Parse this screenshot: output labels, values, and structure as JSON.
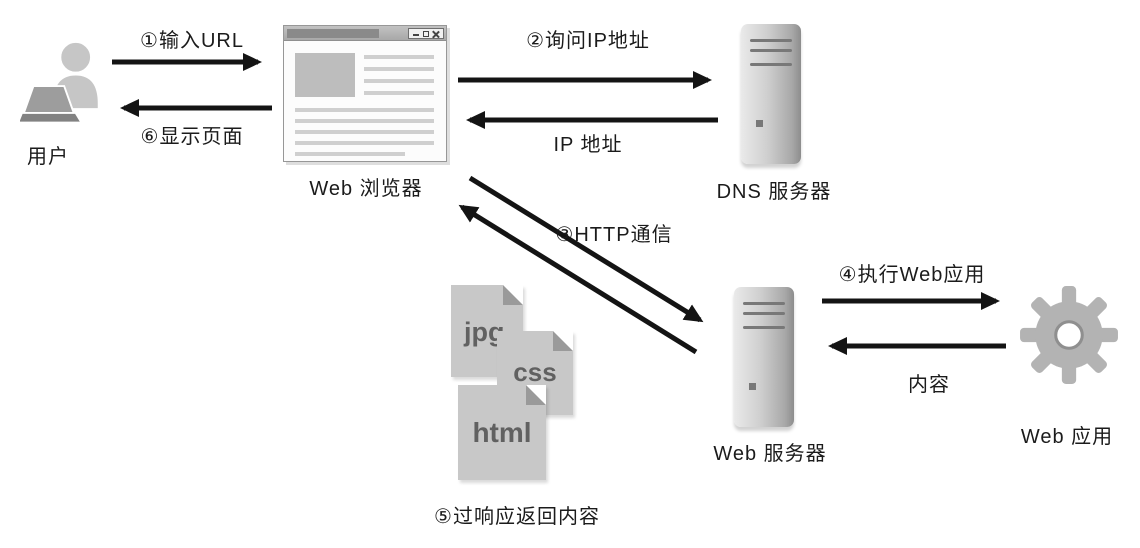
{
  "nodes": {
    "user": {
      "label": "用户"
    },
    "browser": {
      "label": "Web 浏览器"
    },
    "dns_server": {
      "label": "DNS 服务器"
    },
    "web_server": {
      "label": "Web 服务器"
    },
    "web_app": {
      "label": "Web 应用"
    }
  },
  "files": [
    {
      "label": "jpg"
    },
    {
      "label": "css"
    },
    {
      "label": "html"
    }
  ],
  "flows": {
    "step1": "①输入URL",
    "step6": "⑥显示页面",
    "step2": "②询问IP地址",
    "step2_return": "IP 地址",
    "step3": "③HTTP通信",
    "step4": "④执行Web应用",
    "step4_return": "内容",
    "step5": "⑤过响应返回内容"
  },
  "colors": {
    "arrow": "#141414",
    "icon_gray": "#c8c8c8",
    "text": "#1b1b1b"
  }
}
